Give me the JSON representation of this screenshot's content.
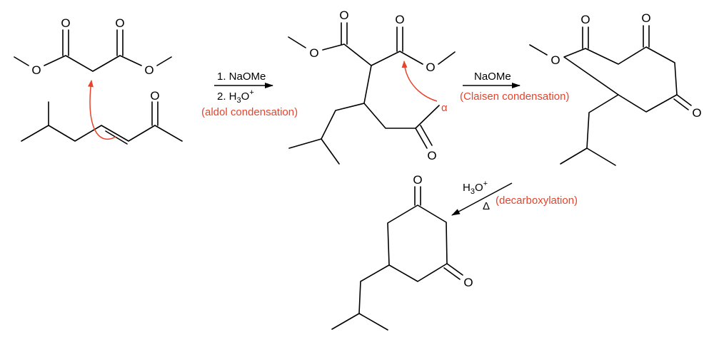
{
  "atom_labels": {
    "oxygen": "O"
  },
  "colors": {
    "annotation": "#e8432b",
    "ink": "#000000"
  },
  "steps": [
    {
      "reagent_line1": "1. NaOMe",
      "reagent_line2_prefix": "2. H",
      "reagent_line2_sub": "3",
      "reagent_line2_suffix": "O",
      "reagent_line2_sup": "+",
      "label": "(aldol condensation)"
    },
    {
      "reagent_line1": "NaOMe",
      "label": "(Claisen condensation)"
    },
    {
      "reagent_prefix": "H",
      "reagent_sub": "3",
      "reagent_suffix": "O",
      "reagent_sup": "+",
      "heat_symbol": "Δ",
      "label": "(decarboxylation)"
    }
  ],
  "alpha_label": "α",
  "icons": [
    "reaction-arrow-icon",
    "curly-arrow-icon"
  ]
}
